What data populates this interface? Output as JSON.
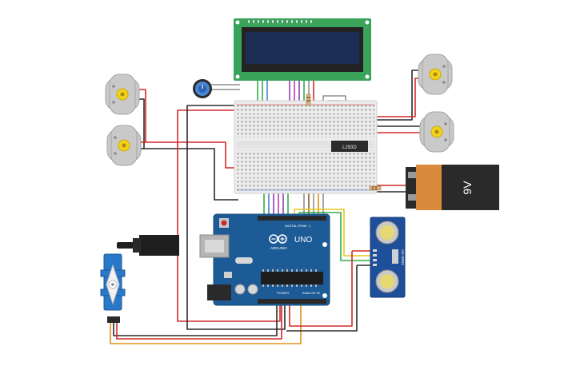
{
  "diagram": {
    "arduino": {
      "brand": "ARDUINO",
      "model": "UNO",
      "digital_label": "DIGITAL (PWM ~)",
      "power_label": "POWER",
      "analog_label": "ANALOG IN"
    },
    "driver_chip": {
      "label": "L293D"
    },
    "battery": {
      "label": "9V"
    },
    "ultrasonic": {
      "label": "HC-SR04"
    },
    "colors": {
      "wire_red": "#d22a2a",
      "wire_black": "#2b2b2b",
      "wire_green": "#2fae4a",
      "wire_blue": "#4a7fd6",
      "wire_purple": "#8a3fb0",
      "wire_magenta": "#c23ab8",
      "wire_gray": "#8f8f8f",
      "wire_orange": "#e0901a",
      "wire_yellow": "#e3c81a",
      "wire_brown": "#8a5a2b",
      "board_blue": "#1c5b96",
      "lcd_pcb": "#3aa35a",
      "lcd_screen": "#1d2e56",
      "breadboard": "#ececec",
      "battery_orange": "#d98a3a",
      "battery_black": "#2a2a2a",
      "servo_blue": "#2a78c8",
      "sensor_blue": "#1e4f9a",
      "motor_gray": "#c9c9c9",
      "motor_yellow": "#f2d21a"
    }
  }
}
